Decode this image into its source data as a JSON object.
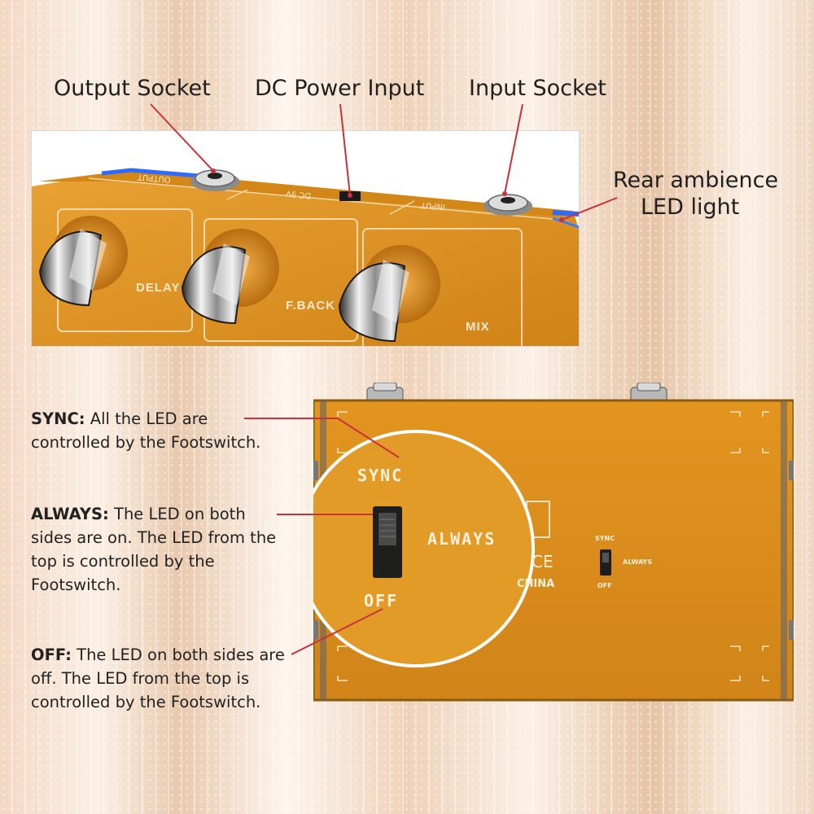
{
  "top_callouts": {
    "output_socket": "Output Socket",
    "dc_power_input": "DC Power Input",
    "input_socket": "Input Socket",
    "rear_led_line1": "Rear ambience",
    "rear_led_line2": "LED light"
  },
  "knobs": [
    "DELAY",
    "F.BACK",
    "MIX"
  ],
  "switch_positions": {
    "sync": "SYNC",
    "always": "ALWAYS",
    "off": "OFF"
  },
  "panel_text": {
    "china": "CHINA",
    "ce": "CE",
    "input": "INPUT",
    "dc": "DC 9V",
    "output": "OUTPUT"
  },
  "descriptions": {
    "sync": {
      "term": "SYNC:",
      "text": " All the LED are controlled by the Footswitch."
    },
    "always": {
      "term": "ALWAYS:",
      "text": " The LED on both sides are on. The LED from the top is controlled by the Footswitch."
    },
    "off": {
      "term": "OFF:",
      "text": " The LED on both sides are off. The LED from the top is controlled by the Footswitch."
    }
  },
  "colors": {
    "pedal_orange": "#d98a1c",
    "callout_line": "#c8323c",
    "led_blue": "#2d6bff"
  }
}
